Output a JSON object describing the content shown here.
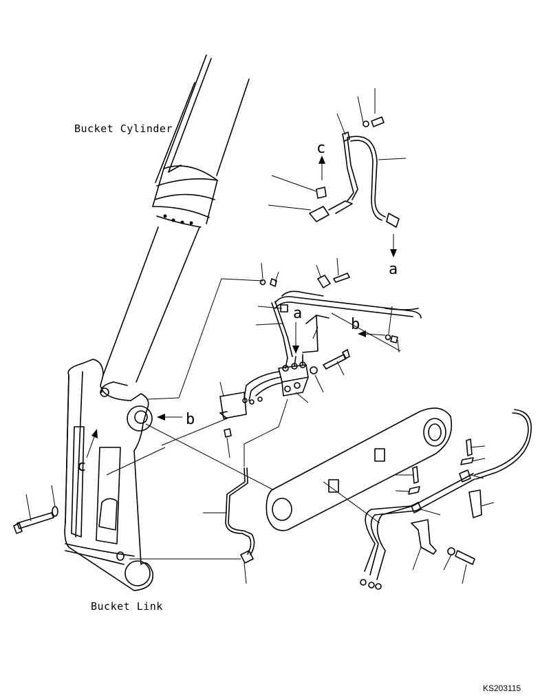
{
  "labels": {
    "bucket_cylinder": "Bucket Cylinder",
    "bucket_link": "Bucket Link",
    "drawing_code": "KS203115"
  },
  "arrow_refs": {
    "c_top": "c",
    "a_right": "a",
    "a_center": "a",
    "b_center": "b",
    "b_left": "b",
    "c_left": "c"
  }
}
